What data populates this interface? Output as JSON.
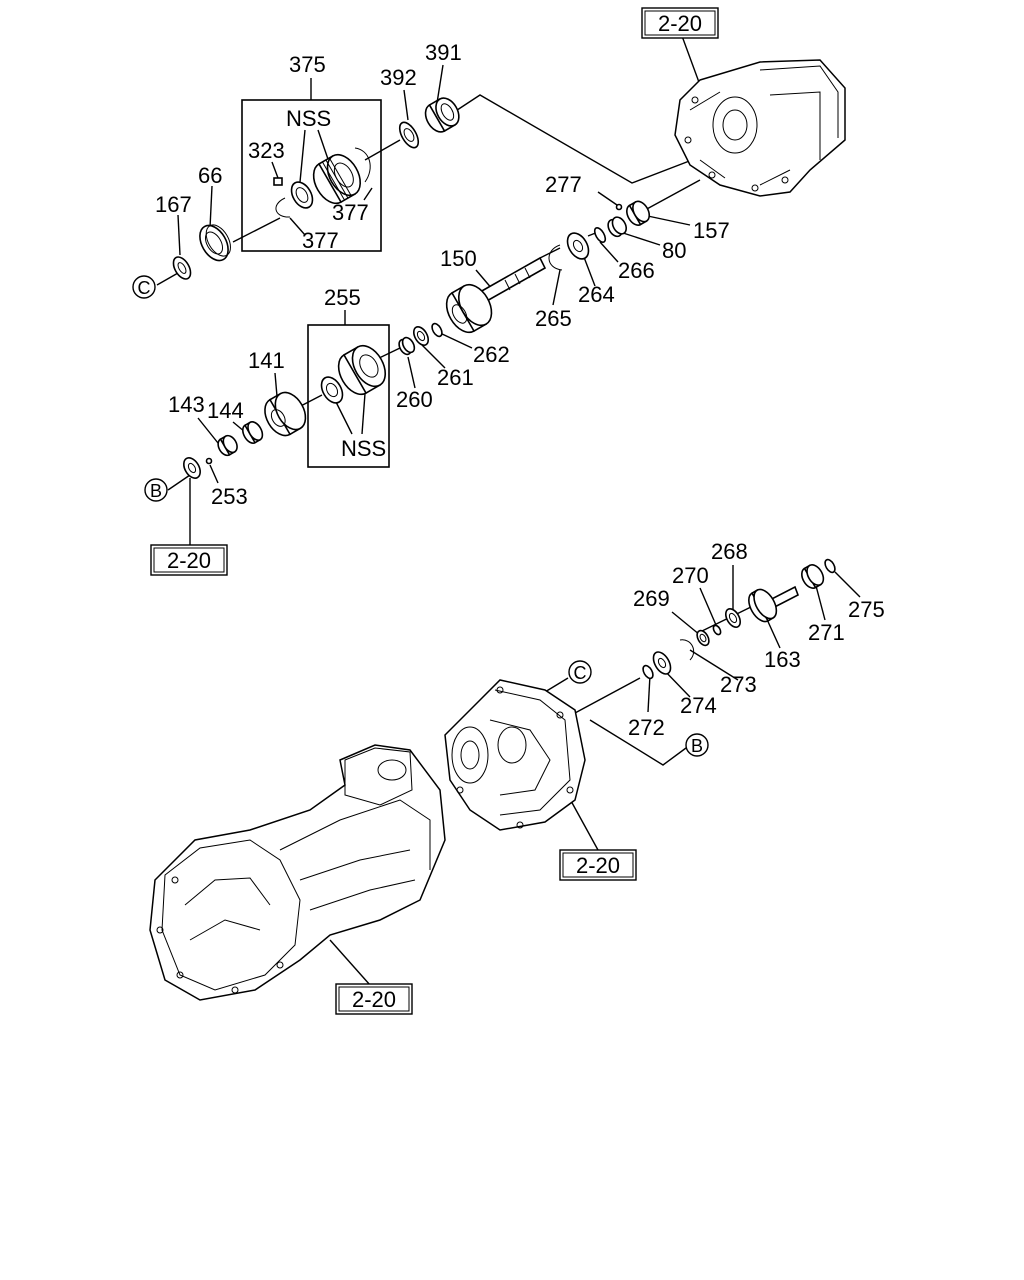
{
  "diagram": {
    "part_labels": {
      "p375": "375",
      "p391": "391",
      "p392": "392",
      "p323": "323",
      "p66": "66",
      "p167": "167",
      "p377a": "377",
      "p377b": "377",
      "p277": "277",
      "p157": "157",
      "p80": "80",
      "p266": "266",
      "p264": "264",
      "p265": "265",
      "p150": "150",
      "p255": "255",
      "p262": "262",
      "p261": "261",
      "p260": "260",
      "p141": "141",
      "p144": "144",
      "p143": "143",
      "p253": "253",
      "p268": "268",
      "p270": "270",
      "p269": "269",
      "p275": "275",
      "p271": "271",
      "p163": "163",
      "p273": "273",
      "p274": "274",
      "p272": "272"
    },
    "group_labels": {
      "nss_top": "NSS",
      "nss_mid": "NSS"
    },
    "references": {
      "ref_top": "2-20",
      "ref_left": "2-20",
      "ref_case": "2-20",
      "ref_trans": "2-20"
    },
    "markers": {
      "c_left": "C",
      "b_left": "B",
      "c_right": "C",
      "b_right": "B"
    }
  }
}
